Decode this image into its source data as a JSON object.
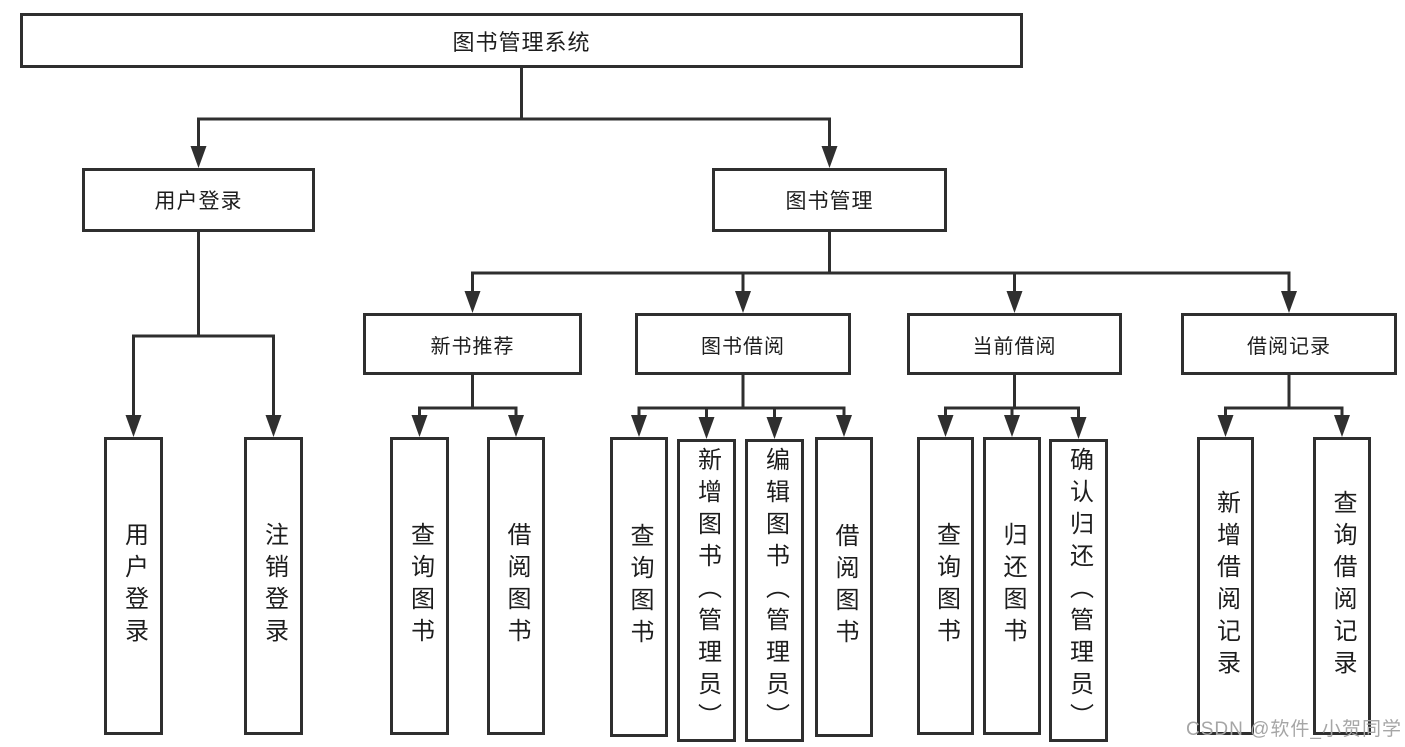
{
  "tree": {
    "label": "图书管理系统",
    "children": [
      {
        "label": "用户登录",
        "children": [
          {
            "label": "用户登录"
          },
          {
            "label": "注销登录"
          }
        ]
      },
      {
        "label": "图书管理",
        "children": [
          {
            "label": "新书推荐",
            "children": [
              {
                "label": "查询图书"
              },
              {
                "label": "借阅图书"
              }
            ]
          },
          {
            "label": "图书借阅",
            "children": [
              {
                "label": "查询图书"
              },
              {
                "label": "新增图书（管理员）"
              },
              {
                "label": "编辑图书（管理员）"
              },
              {
                "label": "借阅图书"
              }
            ]
          },
          {
            "label": "当前借阅",
            "children": [
              {
                "label": "查询图书"
              },
              {
                "label": "归还图书"
              },
              {
                "label": "确认归还（管理员）"
              }
            ]
          },
          {
            "label": "借阅记录",
            "children": [
              {
                "label": "新增借阅记录"
              },
              {
                "label": "查询借阅记录"
              }
            ]
          }
        ]
      }
    ]
  },
  "watermark": {
    "text": "CSDN @软件_小贺同学"
  },
  "colors": {
    "line": "#2f2f2f",
    "text": "#1d1d1d",
    "watermark": "#a6a6a6",
    "background": "#ffffff"
  }
}
